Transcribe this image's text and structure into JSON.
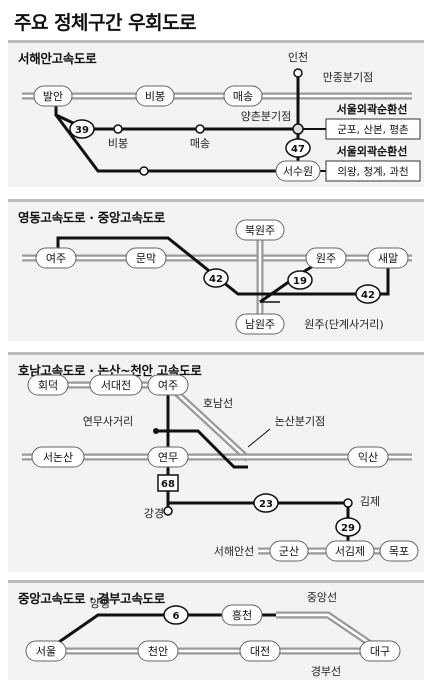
{
  "title": "주요 정체구간 우회도로",
  "panels": [
    {
      "title": "서해안고속도로",
      "labels": [
        "발안",
        "비봉",
        "매송",
        "만종분기점",
        "인천",
        "양촌분기점",
        "비봉",
        "매송",
        "서수원",
        "서울외곽순환선",
        "서울외곽순환선"
      ],
      "numbers": [
        "39",
        "47"
      ],
      "boxes": [
        "군포, 산본, 평촌",
        "의왕, 청계, 과천"
      ]
    },
    {
      "title": "영동고속도로 · 중앙고속도로",
      "labels": [
        "여주",
        "문막",
        "북원주",
        "원주",
        "새말",
        "남원주",
        "원주(단계사거리)"
      ],
      "numbers": [
        "42",
        "19",
        "42"
      ]
    },
    {
      "title": "호남고속도로 · 논산~천안 고속도로",
      "labels": [
        "회덕",
        "서대전",
        "여주",
        "호남선",
        "연무사거리",
        "논산분기점",
        "서논산",
        "연무",
        "익산",
        "강경",
        "김제",
        "서해안선",
        "군산",
        "서김제",
        "목포"
      ],
      "numbers": [
        "68",
        "23",
        "29"
      ]
    },
    {
      "title": "중앙고속도로 · 경부고속도로",
      "labels": [
        "양평",
        "흥천",
        "중앙선",
        "서울",
        "천안",
        "대전",
        "대구",
        "경부선"
      ],
      "numbers": [
        "6"
      ]
    }
  ]
}
